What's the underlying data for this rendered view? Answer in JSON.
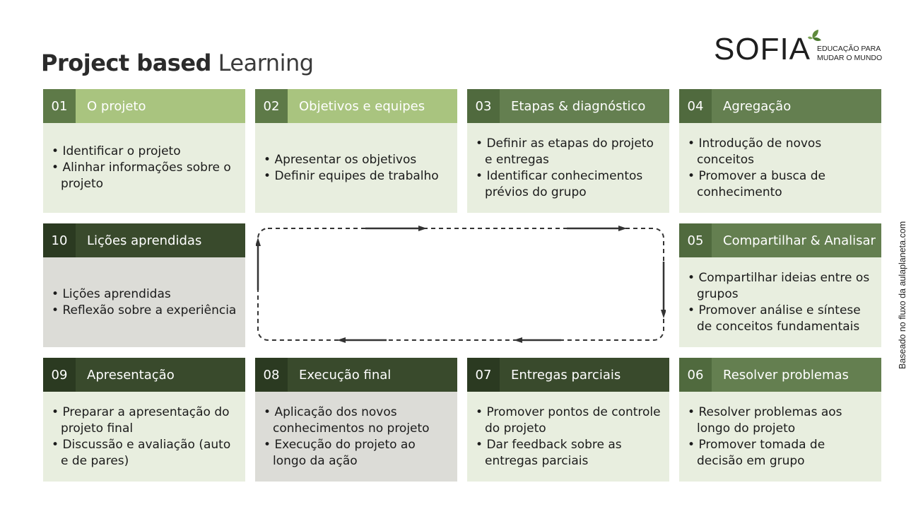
{
  "title": {
    "bold": "Project based",
    "light": "Learning"
  },
  "logo": {
    "word": "SOFIA",
    "tagline_1": "EDUCAÇÃO PARA",
    "tagline_2": "MUDAR O MUNDO"
  },
  "side_note": "Baseado no fluxo da aulaplaneta.com",
  "colors": {
    "light_green": "#a9c47f",
    "light_green_num": "#5e7a48",
    "medium_green": "#647f50",
    "medium_green_num": "#506a3e",
    "dark_green": "#394a2c",
    "dark_green_num": "#2b3a21",
    "body_green": "#e8eedf",
    "body_gray": "#dcdcd7",
    "arrow": "#333333"
  },
  "cards": [
    {
      "num": "01",
      "label": "O projeto",
      "items": [
        "Identificar o projeto",
        "Alinhar informações sobre o projeto"
      ]
    },
    {
      "num": "02",
      "label": "Objetivos e equipes",
      "items": [
        "Apresentar os objetivos",
        "Definir equipes de trabalho"
      ]
    },
    {
      "num": "03",
      "label": "Etapas & diagnóstico",
      "items": [
        "Definir as etapas do projeto e entregas",
        "Identificar conhecimentos prévios do grupo"
      ]
    },
    {
      "num": "04",
      "label": "Agregação",
      "items": [
        "Introdução de novos conceitos",
        "Promover a busca de conhecimento"
      ]
    },
    {
      "num": "05",
      "label": "Compartilhar & Analisar",
      "items": [
        "Compartilhar ideias entre os grupos",
        "Promover análise e síntese de conceitos fundamentais"
      ]
    },
    {
      "num": "06",
      "label": "Resolver problemas",
      "items": [
        "Resolver problemas aos longo do projeto",
        "Promover tomada de decisão em grupo"
      ]
    },
    {
      "num": "07",
      "label": "Entregas parciais",
      "items": [
        "Promover pontos de controle do projeto",
        "Dar feedback sobre as entregas parciais"
      ]
    },
    {
      "num": "08",
      "label": "Execução final",
      "items": [
        "Aplicação dos novos conhecimentos no projeto",
        "Execução do projeto ao longo da ação"
      ]
    },
    {
      "num": "09",
      "label": "Apresentação",
      "items": [
        "Preparar a apresentação do projeto final",
        "Discussão e avaliação (auto e de pares)"
      ]
    },
    {
      "num": "10",
      "label": "Lições aprendidas",
      "items": [
        "Lições aprendidas",
        "Reflexão sobre a experiência"
      ]
    }
  ]
}
